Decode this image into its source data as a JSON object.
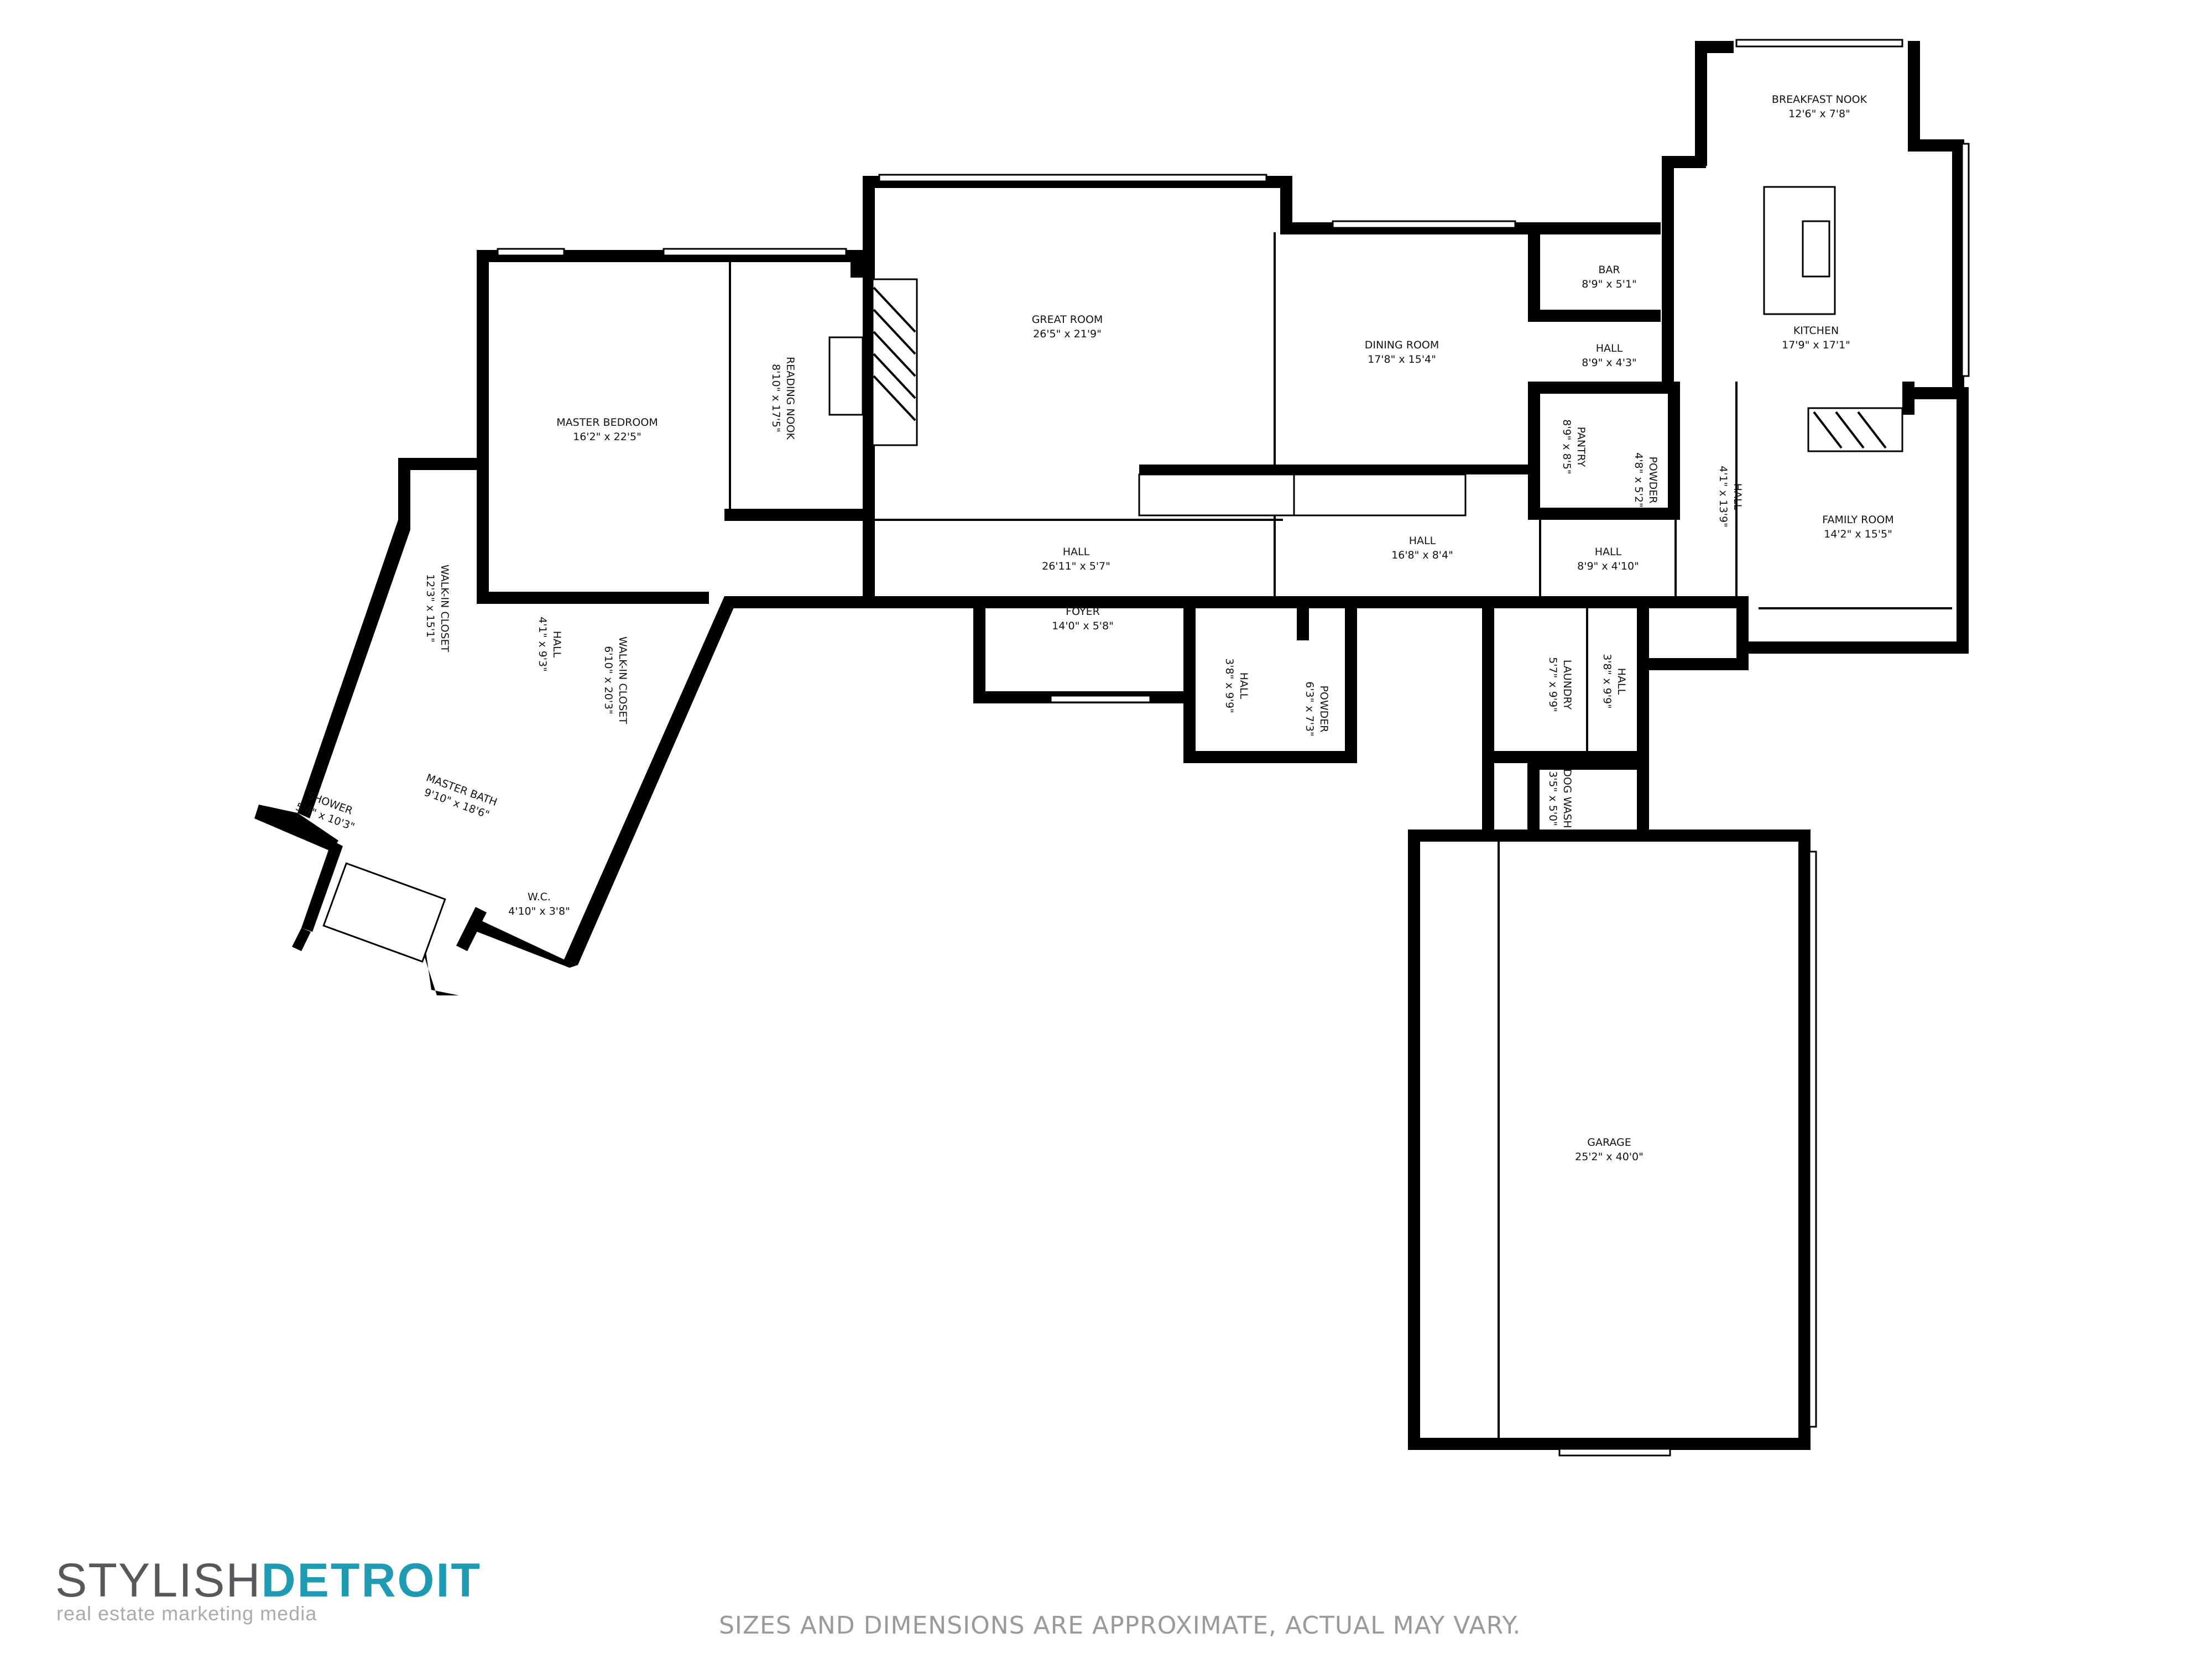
{
  "rooms": {
    "breakfast_nook": {
      "name": "BREAKFAST NOOK",
      "dims": "12'6\" x 7'8\""
    },
    "bar": {
      "name": "BAR",
      "dims": "8'9\" x 5'1\""
    },
    "kitchen": {
      "name": "KITCHEN",
      "dims": "17'9\" x 17'1\""
    },
    "great_room": {
      "name": "GREAT ROOM",
      "dims": "26'5\" x 21'9\""
    },
    "dining_room": {
      "name": "DINING ROOM",
      "dims": "17'8\" x 15'4\""
    },
    "hall_bar": {
      "name": "HALL",
      "dims": "8'9\" x 4'3\""
    },
    "master_bedroom": {
      "name": "MASTER BEDROOM",
      "dims": "16'2\" x 22'5\""
    },
    "reading_nook": {
      "name": "READING NOOK",
      "dims": "8'10\" x 17'5\""
    },
    "pantry": {
      "name": "PANTRY",
      "dims": "8'9\" x 8'5\""
    },
    "powder_1": {
      "name": "POWDER",
      "dims": "4'8\" x 5'2\""
    },
    "hall_vertical": {
      "name": "HALL",
      "dims": "4'1\" x 13'9\""
    },
    "family_room": {
      "name": "FAMILY ROOM",
      "dims": "14'2\" x 15'5\""
    },
    "hall_main": {
      "name": "HALL",
      "dims": "26'11\" x 5'7\""
    },
    "hall_center": {
      "name": "HALL",
      "dims": "16'8\" x 8'4\""
    },
    "hall_east": {
      "name": "HALL",
      "dims": "8'9\" x 4'10\""
    },
    "foyer": {
      "name": "FOYER",
      "dims": "14'0\" x 5'8\""
    },
    "walkin_closet_1": {
      "name": "WALK-IN CLOSET",
      "dims": "12'3\" x 15'1\""
    },
    "hall_master": {
      "name": "HALL",
      "dims": "4'1\" x 9'3\""
    },
    "walkin_closet_2": {
      "name": "WALK-IN CLOSET",
      "dims": "6'10\" x 20'3\""
    },
    "hall_small": {
      "name": "HALL",
      "dims": "3'8\" x 9'9\""
    },
    "powder_2": {
      "name": "POWDER",
      "dims": "6'3\" x 7'3\""
    },
    "laundry": {
      "name": "LAUNDRY",
      "dims": "5'7\" x 9'9\""
    },
    "hall_laundry": {
      "name": "HALL",
      "dims": "3'8\" x 9'9\""
    },
    "dog_wash": {
      "name": "DOG WASH",
      "dims": "3'5\" x 5'0\""
    },
    "master_bath": {
      "name": "MASTER BATH",
      "dims": "9'10\" x 18'6\""
    },
    "shower": {
      "name": "SHOWER",
      "dims": "5'4\" x 10'3\""
    },
    "wc": {
      "name": "W.C.",
      "dims": "4'10\" x 3'8\""
    },
    "garage": {
      "name": "GARAGE",
      "dims": "25'2\" x 40'0\""
    }
  },
  "branding": {
    "logo_light": "STYLISH",
    "logo_bold": "DETROIT",
    "logo_tagline": "real estate marketing media",
    "logo_light_color": "#56585b",
    "logo_bold_color": "#1e9bb2"
  },
  "disclaimer": "SIZES AND DIMENSIONS ARE APPROXIMATE, ACTUAL MAY VARY."
}
